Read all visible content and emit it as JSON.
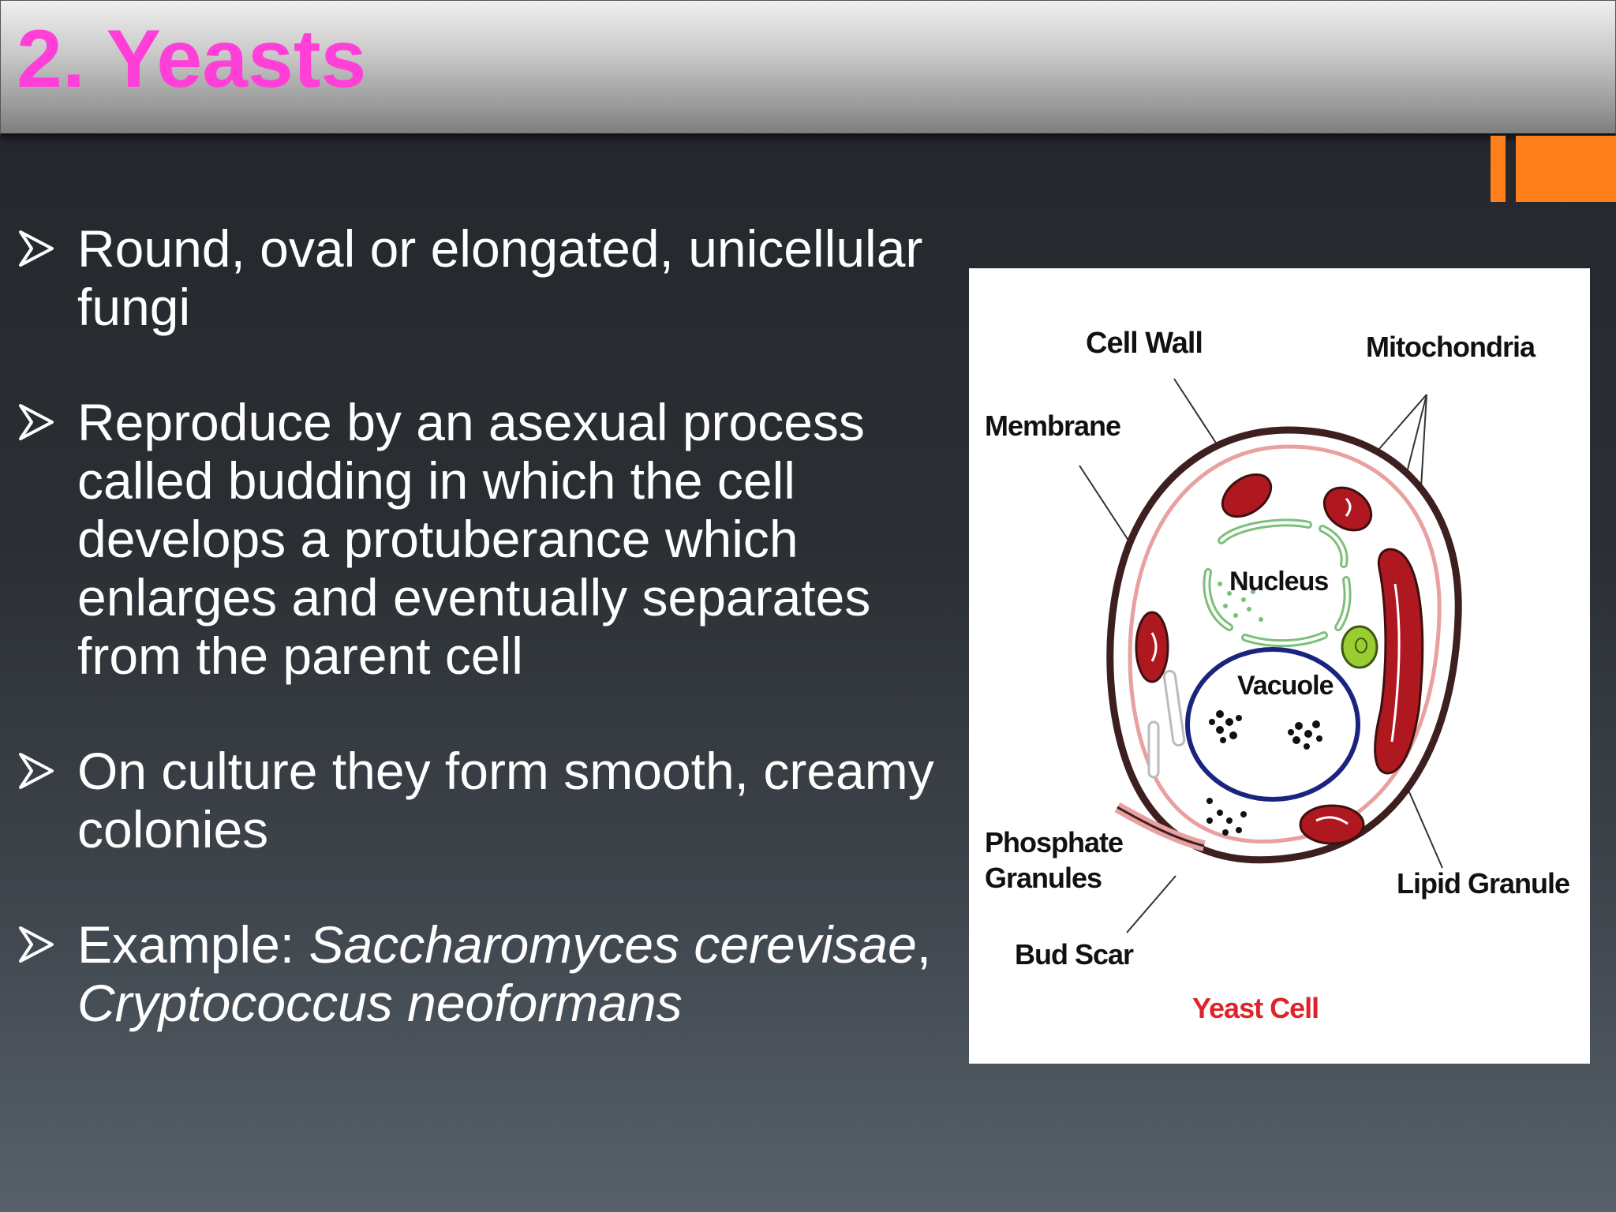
{
  "slide": {
    "title": "2. Yeasts",
    "accent_color": "#ff7f1a",
    "title_color": "#ff3fd8"
  },
  "bullets": [
    {
      "text": "Round, oval or elongated, unicellular fungi"
    },
    {
      "text": "Reproduce by an asexual process called budding in which the cell develops a protuberance which enlarges and eventually separates from the parent cell"
    },
    {
      "text": "On culture they form smooth, creamy colonies"
    },
    {
      "prefix": "Example: ",
      "species_1": "Saccharomyces cerevisae",
      "separator": ",",
      "species_2": "Cryptococcus neoformans"
    }
  ],
  "bullet_icon": "arrow-bullet-icon",
  "figure": {
    "labels": {
      "cell_wall": "Cell Wall",
      "mitochondria": "Mitochondria",
      "membrane": "Membrane",
      "nucleus": "Nucleus",
      "vacuole": "Vacuole",
      "phosphate_1": "Phosphate",
      "phosphate_2": "Granules",
      "lipid_granule": "Lipid Granule",
      "bud_scar": "Bud Scar",
      "caption": "Yeast Cell"
    },
    "colors": {
      "cell_wall": "#5a2a2a",
      "membrane": "#e8a0a0",
      "mitochondria": "#b01820",
      "nucleus": "#7ac07a",
      "vacuole": "#1a237e",
      "lipid_granule": "#9acd32",
      "caption": "#e0232b"
    }
  }
}
